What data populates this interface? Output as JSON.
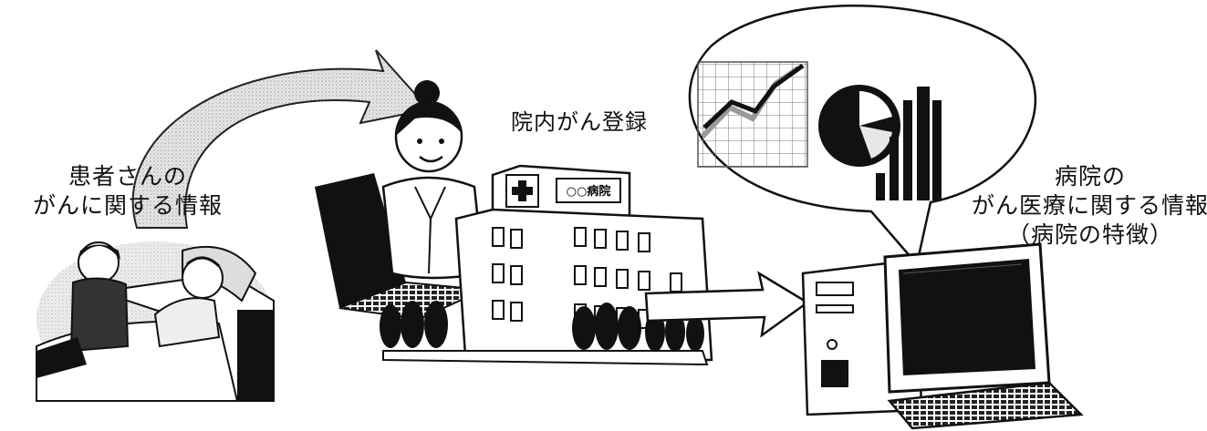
{
  "patient_info": {
    "line1": "患者さんの",
    "line2": "がんに関する情報"
  },
  "registry": {
    "label": "院内がん登録"
  },
  "hospital": {
    "sign": "○○病院"
  },
  "hospital_info": {
    "line1": "病院の",
    "line2": "がん医療に関する情報",
    "line3": "（病院の特徴）"
  }
}
